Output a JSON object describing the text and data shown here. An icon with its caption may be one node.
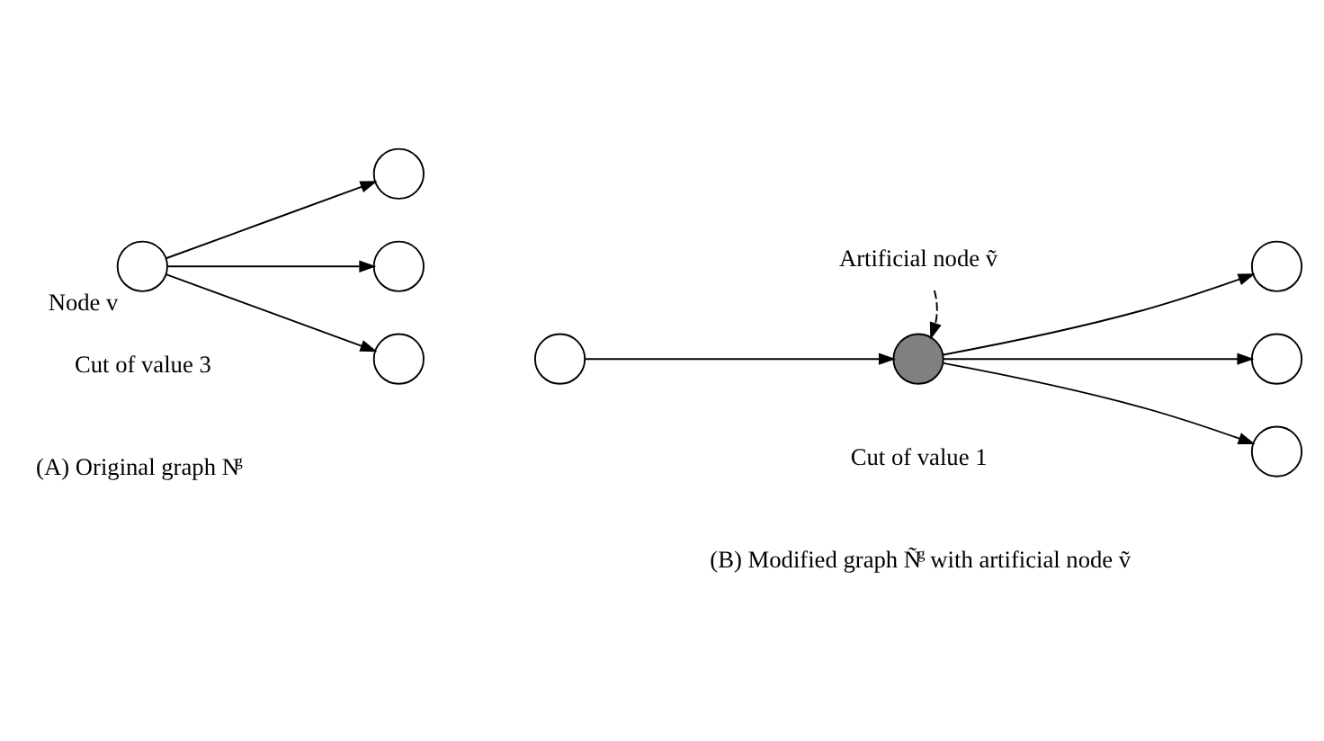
{
  "diagram": {
    "nodes": [
      {
        "text": [],
        "shape": "circle",
        "beside": [
          "Node v"
        ]
      },
      {
        "text": [],
        "shape": "circle"
      },
      {
        "text": [],
        "shape": "circle"
      },
      {
        "text": [],
        "shape": "circle"
      },
      {
        "text": [
          "Artificial node ṽ"
        ]
      },
      {
        "text": [],
        "shape": "circle"
      },
      {
        "text": [],
        "shape": "circle"
      },
      {
        "text": [],
        "shape": "circle"
      },
      {
        "text": [],
        "shape": "circle"
      },
      {
        "text": [],
        "shape": "circle"
      }
    ],
    "edges": [
      {
        "from": 0,
        "to": 1,
        "arrow": "to"
      },
      {
        "from": 0,
        "to": 2,
        "arrow": "to"
      },
      {
        "from": 0,
        "to": 3,
        "arrow": "to"
      },
      {
        "from": 4,
        "to": 6,
        "arrow": "to",
        "style": "dashed"
      },
      {
        "from": 5,
        "to": 6,
        "arrow": "to"
      },
      {
        "from": 6,
        "to": 7,
        "arrow": "to"
      },
      {
        "from": 6,
        "to": 8,
        "arrow": "to"
      },
      {
        "from": 6,
        "to": 9,
        "arrow": "to"
      }
    ],
    "labels": [
      "Cut of value 3",
      "Cut of value 1",
      "(A) Original graph N$^{g}$",
      "(B) Modified graph Ñ$^{g}$ with artificial node ṽ"
    ]
  }
}
